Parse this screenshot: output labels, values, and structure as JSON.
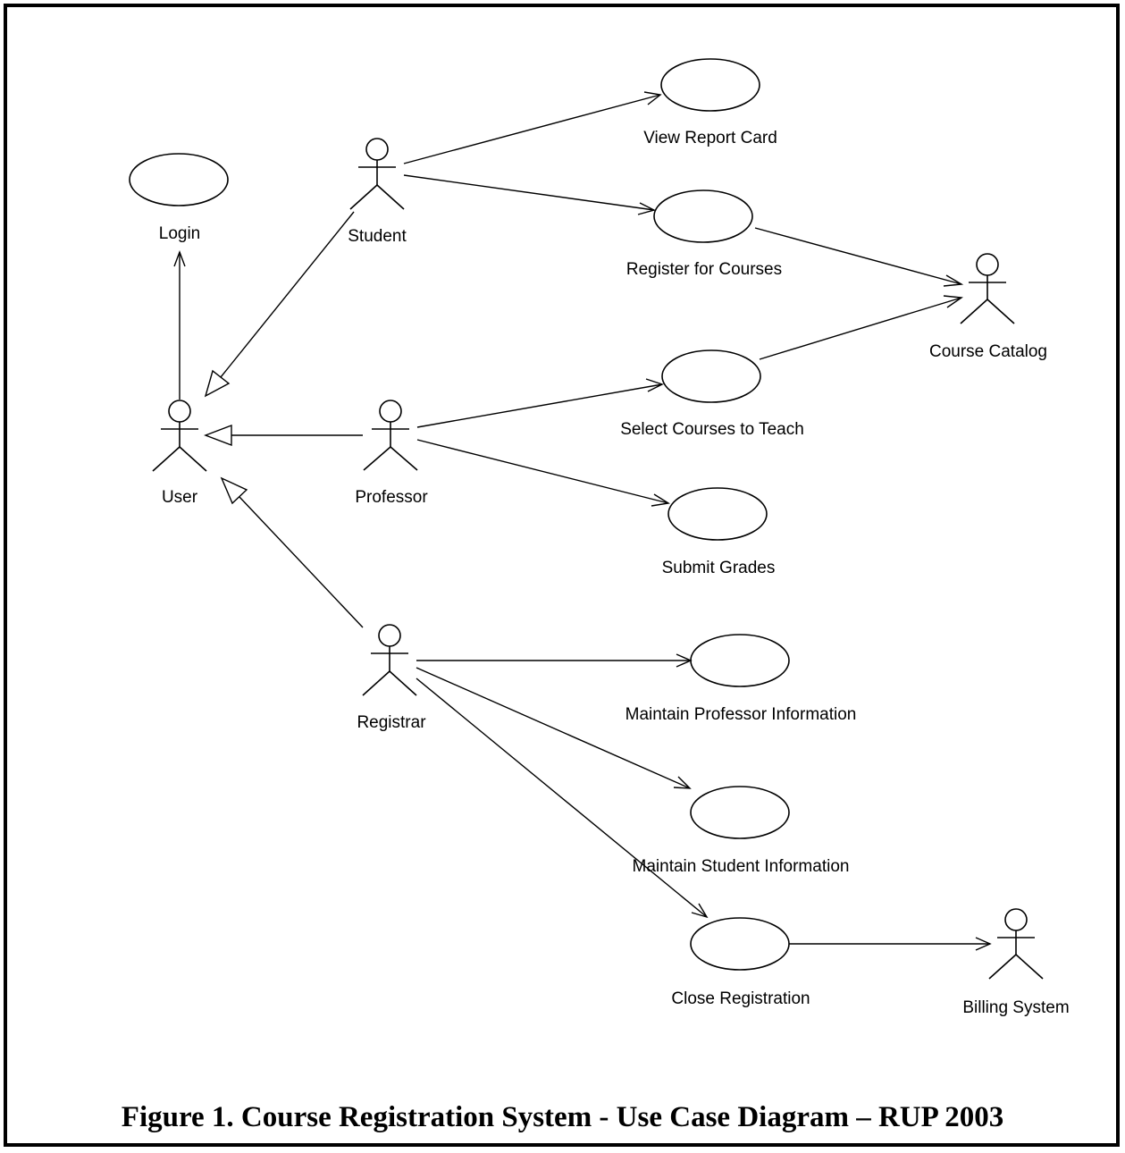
{
  "caption": "Figure 1. Course Registration System - Use Case Diagram – RUP 2003",
  "actors": {
    "user": "User",
    "student": "Student",
    "professor": "Professor",
    "registrar": "Registrar",
    "course_catalog": "Course Catalog",
    "billing_system": "Billing System"
  },
  "use_cases": {
    "login": "Login",
    "view_report_card": "View Report Card",
    "register_for_courses": "Register for Courses",
    "select_courses_to_teach": "Select Courses to Teach",
    "submit_grades": "Submit Grades",
    "maintain_professor_information": "Maintain Professor Information",
    "maintain_student_information": "Maintain Student Information",
    "close_registration": "Close Registration"
  },
  "relationships": [
    {
      "from": "User",
      "to": "Login",
      "kind": "association"
    },
    {
      "from": "Student",
      "to": "User",
      "kind": "generalization"
    },
    {
      "from": "Professor",
      "to": "User",
      "kind": "generalization"
    },
    {
      "from": "Registrar",
      "to": "User",
      "kind": "generalization"
    },
    {
      "from": "Student",
      "to": "View Report Card",
      "kind": "association"
    },
    {
      "from": "Student",
      "to": "Register for Courses",
      "kind": "association"
    },
    {
      "from": "Register for Courses",
      "to": "Course Catalog",
      "kind": "association"
    },
    {
      "from": "Professor",
      "to": "Select Courses to Teach",
      "kind": "association"
    },
    {
      "from": "Select Courses to Teach",
      "to": "Course Catalog",
      "kind": "association"
    },
    {
      "from": "Professor",
      "to": "Submit Grades",
      "kind": "association"
    },
    {
      "from": "Registrar",
      "to": "Maintain Professor Information",
      "kind": "association"
    },
    {
      "from": "Registrar",
      "to": "Maintain Student Information",
      "kind": "association"
    },
    {
      "from": "Registrar",
      "to": "Close Registration",
      "kind": "association"
    },
    {
      "from": "Close Registration",
      "to": "Billing System",
      "kind": "association"
    }
  ]
}
